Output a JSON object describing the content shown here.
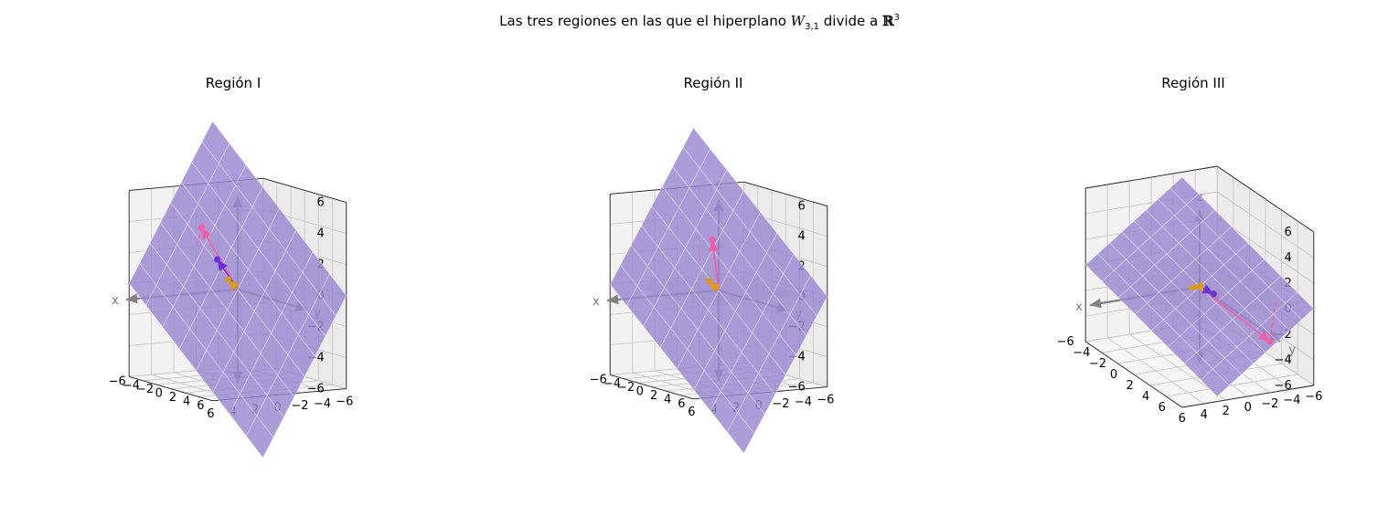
{
  "figure": {
    "suptitle_prefix": "Las tres regiones en las que el hiperplano ",
    "suptitle_w": "W",
    "suptitle_sub": "3,1",
    "suptitle_mid": " divide a ",
    "suptitle_r": "ℝ",
    "suptitle_sup": "3"
  },
  "colors": {
    "plane": "#9a86cf",
    "plane_edge": "#ffffff",
    "pink": "#ef5fa8",
    "orange": "#d99a22",
    "purple": "#6a2fd8",
    "axis_arrow": "#808080",
    "pane_left": "#ebebeb",
    "pane_right": "#f2f2f2",
    "pane_floor": "#f6f6f6",
    "grid": "#c4c4c4",
    "xy_plane": "#cfcfcf"
  },
  "chart_data": [
    {
      "type": "surface3d",
      "title": "Región I",
      "xlim": [
        -6,
        6
      ],
      "ylim": [
        -6,
        6
      ],
      "zlim": [
        -6,
        6
      ],
      "ticks": [
        -6,
        -4,
        -2,
        0,
        2,
        4,
        6
      ],
      "tick_labels": [
        "−6",
        "−4",
        "−2",
        "0",
        "2",
        "4",
        "6"
      ],
      "axis_arrow_labels": [
        "x",
        "y",
        "z"
      ],
      "view": {
        "elev": 12,
        "azim": 62
      },
      "plane_normal": [
        1,
        1,
        -1
      ],
      "vectors": [
        {
          "name": "pink",
          "point": [
            2.5,
            -1.2,
            4.0
          ],
          "style": "arrow-with-projection"
        },
        {
          "name": "purple",
          "point": [
            0.9,
            -1.5,
            1.8
          ],
          "style": "arrow"
        },
        {
          "name": "orange",
          "point": [
            2.0,
            1.8,
            1.0
          ],
          "style": "short-arrow"
        }
      ]
    },
    {
      "type": "surface3d",
      "title": "Región II",
      "xlim": [
        -6,
        6
      ],
      "ylim": [
        -6,
        6
      ],
      "zlim": [
        -6,
        6
      ],
      "ticks": [
        -6,
        -4,
        -2,
        0,
        2,
        4,
        6
      ],
      "tick_labels": [
        "−6",
        "−4",
        "−2",
        "0",
        "2",
        "4",
        "6"
      ],
      "axis_arrow_labels": [
        "x",
        "y",
        "z"
      ],
      "view": {
        "elev": 12,
        "azim": 62
      },
      "plane_normal": [
        1,
        1,
        -1
      ],
      "vectors": [
        {
          "name": "pink",
          "point": [
            -0.8,
            -2.2,
            3.0
          ],
          "style": "arrow"
        },
        {
          "name": "orange",
          "point": [
            2.0,
            1.8,
            1.0
          ],
          "style": "short-arrow"
        }
      ]
    },
    {
      "type": "surface3d",
      "title": "Región III",
      "xlim": [
        -6,
        6
      ],
      "ylim": [
        -6,
        6
      ],
      "zlim": [
        -6,
        6
      ],
      "ticks": [
        -6,
        -4,
        -2,
        0,
        2,
        4,
        6
      ],
      "tick_labels": [
        "−6",
        "−4",
        "−2",
        "0",
        "2",
        "4",
        "6"
      ],
      "axis_arrow_labels": [
        "x",
        "y",
        "z"
      ],
      "view": {
        "elev": 30,
        "azim": 70
      },
      "plane_normal": [
        1,
        1,
        -1
      ],
      "vectors": [
        {
          "name": "pink",
          "point": [
            -2.0,
            6.0,
            -2.0
          ],
          "style": "arrow-with-projection"
        },
        {
          "name": "purple",
          "point": [
            -0.4,
            1.2,
            -0.1
          ],
          "style": "arrow"
        },
        {
          "name": "orange",
          "point": [
            2.0,
            1.8,
            1.0
          ],
          "style": "short-arrow"
        }
      ]
    }
  ]
}
